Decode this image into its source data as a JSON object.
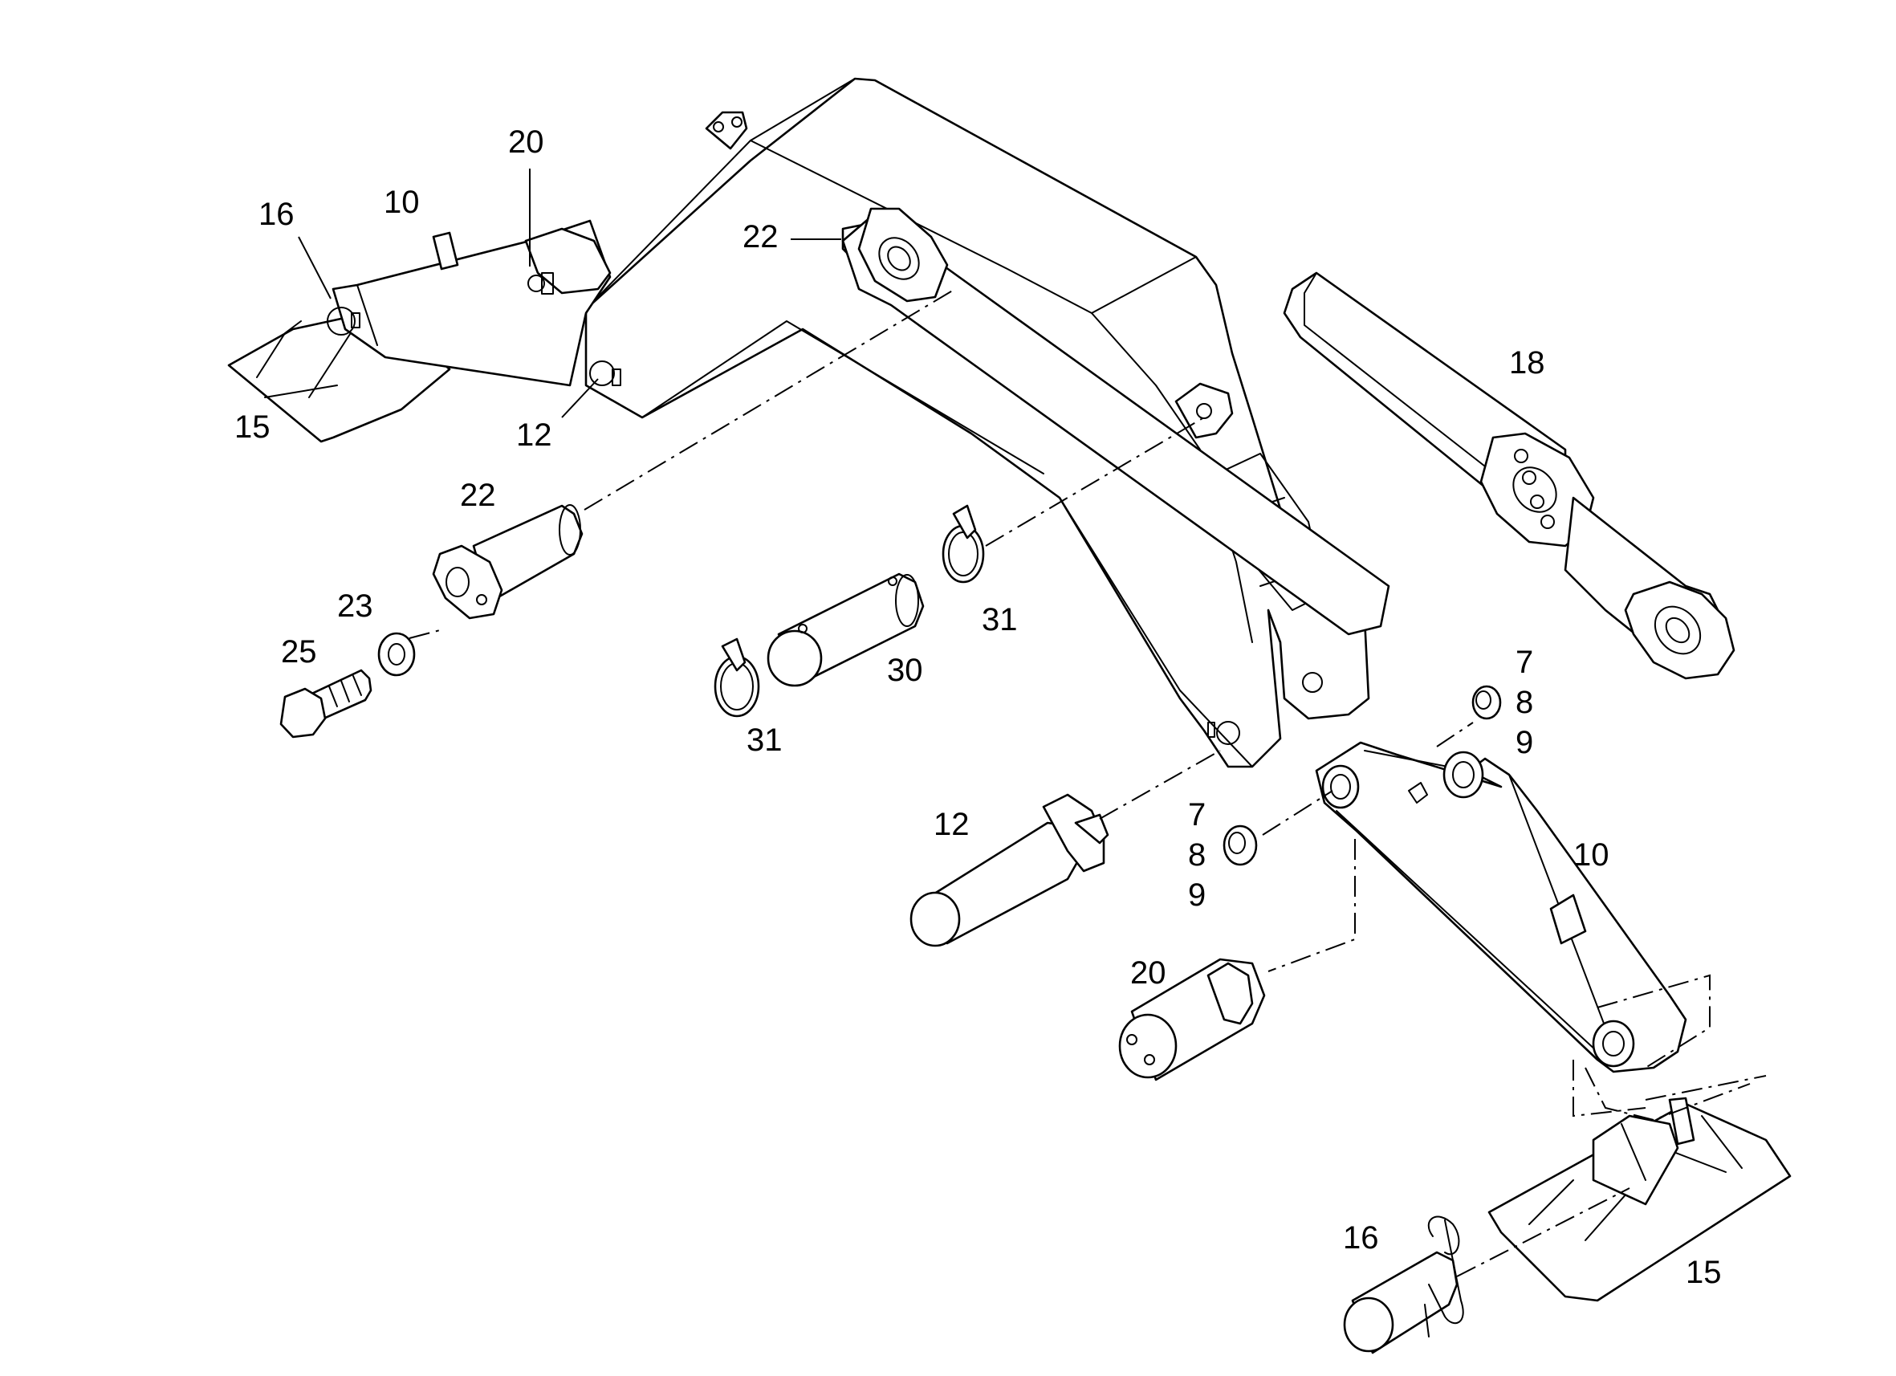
{
  "labels": {
    "l16a": "16",
    "l10a": "10",
    "l20a": "20",
    "l22a": "22",
    "l15a": "15",
    "l12a": "12",
    "l18": "18",
    "l22b": "22",
    "l23": "23",
    "l25": "25",
    "l31a": "31",
    "l30": "30",
    "l31b": "31",
    "l7a": "7",
    "l8a": "8",
    "l9a": "9",
    "l12b": "12",
    "l7b": "7",
    "l8b": "8",
    "l9b": "9",
    "l10b": "10",
    "l20b": "20",
    "l16b": "16",
    "l15b": "15"
  }
}
